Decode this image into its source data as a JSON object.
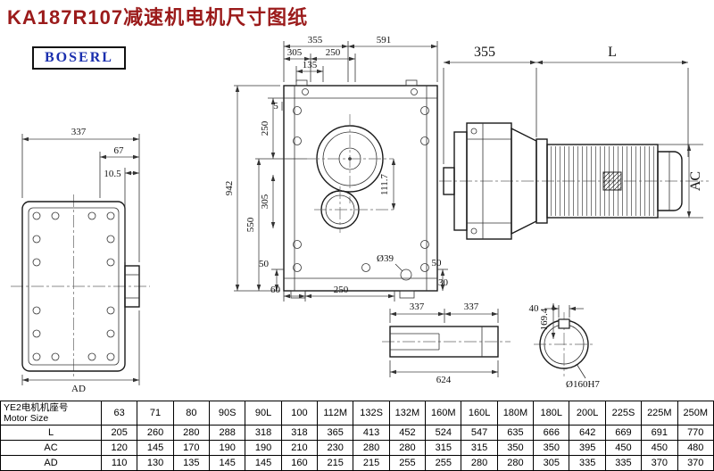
{
  "title": "KA187R107减速机电机尺寸图纸",
  "logo": "BOSERL",
  "colors": {
    "title": "#9b1b1b",
    "logo": "#1a2fae",
    "line": "#1a1a1a"
  },
  "drawing": {
    "left_view": {
      "top_width": "337",
      "flange_offset": "67",
      "step": "10.5",
      "height_label": "AD"
    },
    "main_view": {
      "top_355": "355",
      "top_591": "591",
      "top_305": "305",
      "top_250": "250",
      "top_135": "135",
      "left_250": "250",
      "left_5": "5",
      "left_305": "305",
      "left_550": "550",
      "left_942": "942",
      "axis_dist": "111.7",
      "bottom_50": "50",
      "bottom_60": "60",
      "bottom_250": "250",
      "hole_dia": "Ø39",
      "right_50": "50",
      "right_30": "30"
    },
    "right_view": {
      "reducer_len": "355",
      "motor_len": "L",
      "motor_dia": "AC"
    },
    "shaft_view": {
      "half_a": "337",
      "half_b": "337",
      "key_width": "40",
      "total": "624",
      "key_height": "169.4",
      "bore": "Ø160H7"
    }
  },
  "table": {
    "header_cn": "YE2电机机座号",
    "header_en": "Motor Size",
    "sizes": [
      "63",
      "71",
      "80",
      "90S",
      "90L",
      "100",
      "112M",
      "132S",
      "132M",
      "160M",
      "160L",
      "180M",
      "180L",
      "200L",
      "225S",
      "225M",
      "250M"
    ],
    "rows": [
      {
        "label": "L",
        "values": [
          "205",
          "260",
          "280",
          "288",
          "318",
          "318",
          "365",
          "413",
          "452",
          "524",
          "547",
          "635",
          "666",
          "642",
          "669",
          "691",
          "770"
        ]
      },
      {
        "label": "AC",
        "values": [
          "120",
          "145",
          "170",
          "190",
          "190",
          "210",
          "230",
          "280",
          "280",
          "315",
          "315",
          "350",
          "350",
          "395",
          "450",
          "450",
          "480"
        ]
      },
      {
        "label": "AD",
        "values": [
          "110",
          "130",
          "135",
          "145",
          "145",
          "160",
          "215",
          "215",
          "255",
          "255",
          "280",
          "280",
          "305",
          "335",
          "335",
          "370",
          "370"
        ]
      }
    ]
  }
}
